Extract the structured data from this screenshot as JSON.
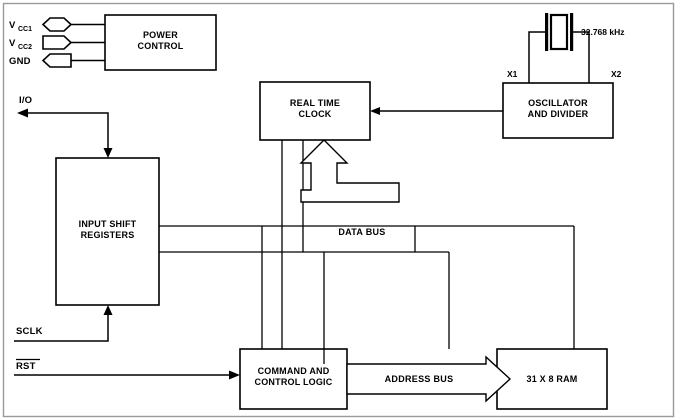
{
  "diagram": {
    "title": "Serial Timekeeping Chip Block Diagram",
    "frame_color": "#9a9a9a",
    "line_color": "#000000",
    "background": "#ffffff"
  },
  "blocks": {
    "power_control": {
      "line1": "POWER",
      "line2": "CONTROL"
    },
    "real_time_clock": {
      "line1": "REAL TIME",
      "line2": "CLOCK"
    },
    "oscillator": {
      "line1": "OSCILLATOR",
      "line2": "AND DIVIDER"
    },
    "input_shift_registers": {
      "line1": "INPUT SHIFT",
      "line2": "REGISTERS"
    },
    "command_control": {
      "line1": "COMMAND AND",
      "line2": "CONTROL LOGIC"
    },
    "ram": {
      "line1": "31 X 8 RAM"
    }
  },
  "pins": {
    "vcc1": {
      "label": "V",
      "sub": "CC1",
      "shape": "hexagon"
    },
    "vcc2": {
      "label": "V",
      "sub": "CC2",
      "shape": "arrow-right"
    },
    "gnd": {
      "label": "GND",
      "shape": "arrow-left"
    },
    "io": {
      "label": "I/O"
    },
    "sclk": {
      "label": "SCLK"
    },
    "rst": {
      "label": "RST",
      "active_low": true
    }
  },
  "nodes": {
    "x1": "X1",
    "x2": "X2"
  },
  "crystal": {
    "frequency": "32.768 kHz"
  },
  "buses": {
    "data_bus": "DATA BUS",
    "address_bus": "ADDRESS BUS"
  }
}
